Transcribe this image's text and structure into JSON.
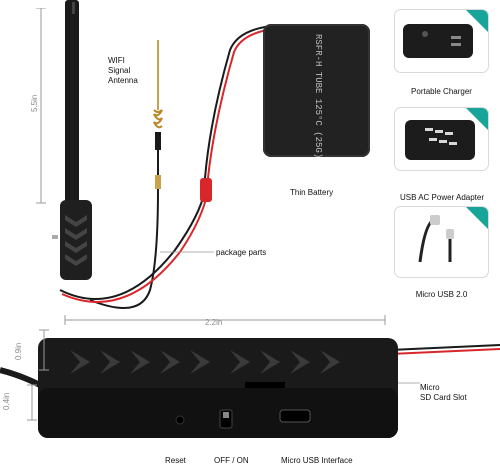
{
  "labels": {
    "wifi_antenna": [
      "WIFI",
      "Signal",
      "Antenna"
    ],
    "thin_battery": "Thin Battery",
    "package_parts": "package parts",
    "portable_charger": "Portable Charger",
    "usb_ac_adapter": "USB AC Power Adapter",
    "micro_usb_cable": "Micro USB 2.0",
    "micro_sd_slot": [
      "Micro",
      "SD Card Slot"
    ],
    "reset": "Reset",
    "off_on": "OFF / ON",
    "micro_usb_interface": "Micro USB Interface"
  },
  "battery_print": "RSFR-H TUBE 125°C (25G)",
  "dimensions": {
    "antenna_length": "5.5in",
    "board_length": "2.2in",
    "board_width": "0.9in",
    "board_height": "0.4in"
  },
  "colors": {
    "accent_teal": "#17a59a",
    "device_black": "#161616",
    "wire_red": "#d9262b"
  },
  "icons": [
    "usb-icon",
    "usb-ports-icon",
    "power-bank-icon"
  ]
}
